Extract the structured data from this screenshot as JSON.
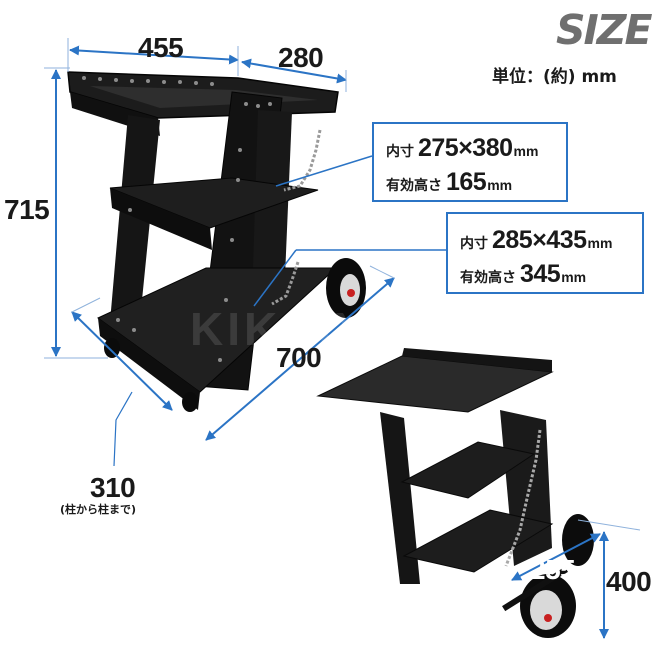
{
  "title": "SIZE",
  "unit": "単位：(約) mm",
  "colors": {
    "accent": "#2b74c5",
    "cart": "#141414",
    "text": "#1a1a1a",
    "title": "#6f6f6f"
  },
  "dimensions": {
    "width": "455",
    "depth": "280",
    "height": "715",
    "length": "700",
    "post_span": "310",
    "post_span_note": "(柱から柱まで)",
    "side_depth": "255",
    "side_height": "400"
  },
  "upper_tray": {
    "inner_label": "内寸",
    "inner_value": "275×380",
    "inner_unit": "mm",
    "height_label": "有効高さ",
    "height_value": "165",
    "height_unit": "mm"
  },
  "lower_tray": {
    "inner_label": "内寸",
    "inner_value": "285×435",
    "inner_unit": "mm",
    "height_label": "有効高さ",
    "height_value": "345",
    "height_unit": "mm"
  },
  "watermark": "KIKAIYA"
}
